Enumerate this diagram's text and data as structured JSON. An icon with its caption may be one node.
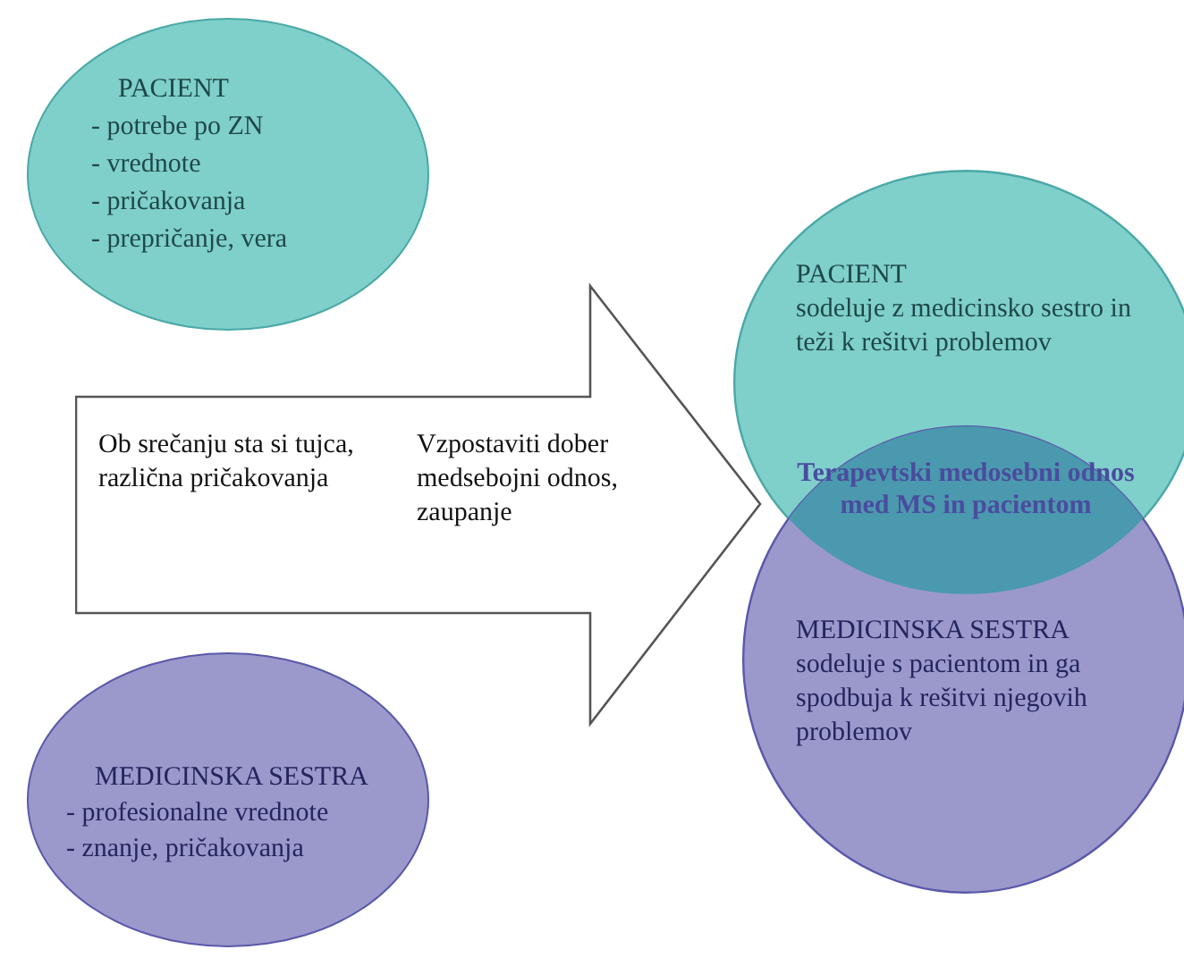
{
  "diagram": {
    "nodes": [
      {
        "text": [
          "PACIENT",
          "- potrebe po ZN",
          "- vrednote",
          "- pričakovanja",
          "- prepričanje, vera"
        ]
      },
      {
        "text": [
          "Ob srečanju sta si tujca, različna pričakovanja",
          "Vzpostaviti dober medsebojni odnos, zaupanje"
        ]
      },
      {
        "text": [
          "PACIENT",
          "sodeluje z medicinsko sestro in teži k rešitvi problemov"
        ]
      },
      {
        "text": [
          "MEDICINSKA SESTRA",
          "sodeluje s pacientom in ga spodbuja k rešitvi njegovih problemov"
        ]
      },
      {
        "text": [
          "MEDICINSKA SESTRA",
          "- profesionalne vrednote",
          "- znanje, pričakovanja"
        ]
      }
    ],
    "labels": [
      "Terapevtski medosebni odnos med MS in pacientom"
    ]
  }
}
